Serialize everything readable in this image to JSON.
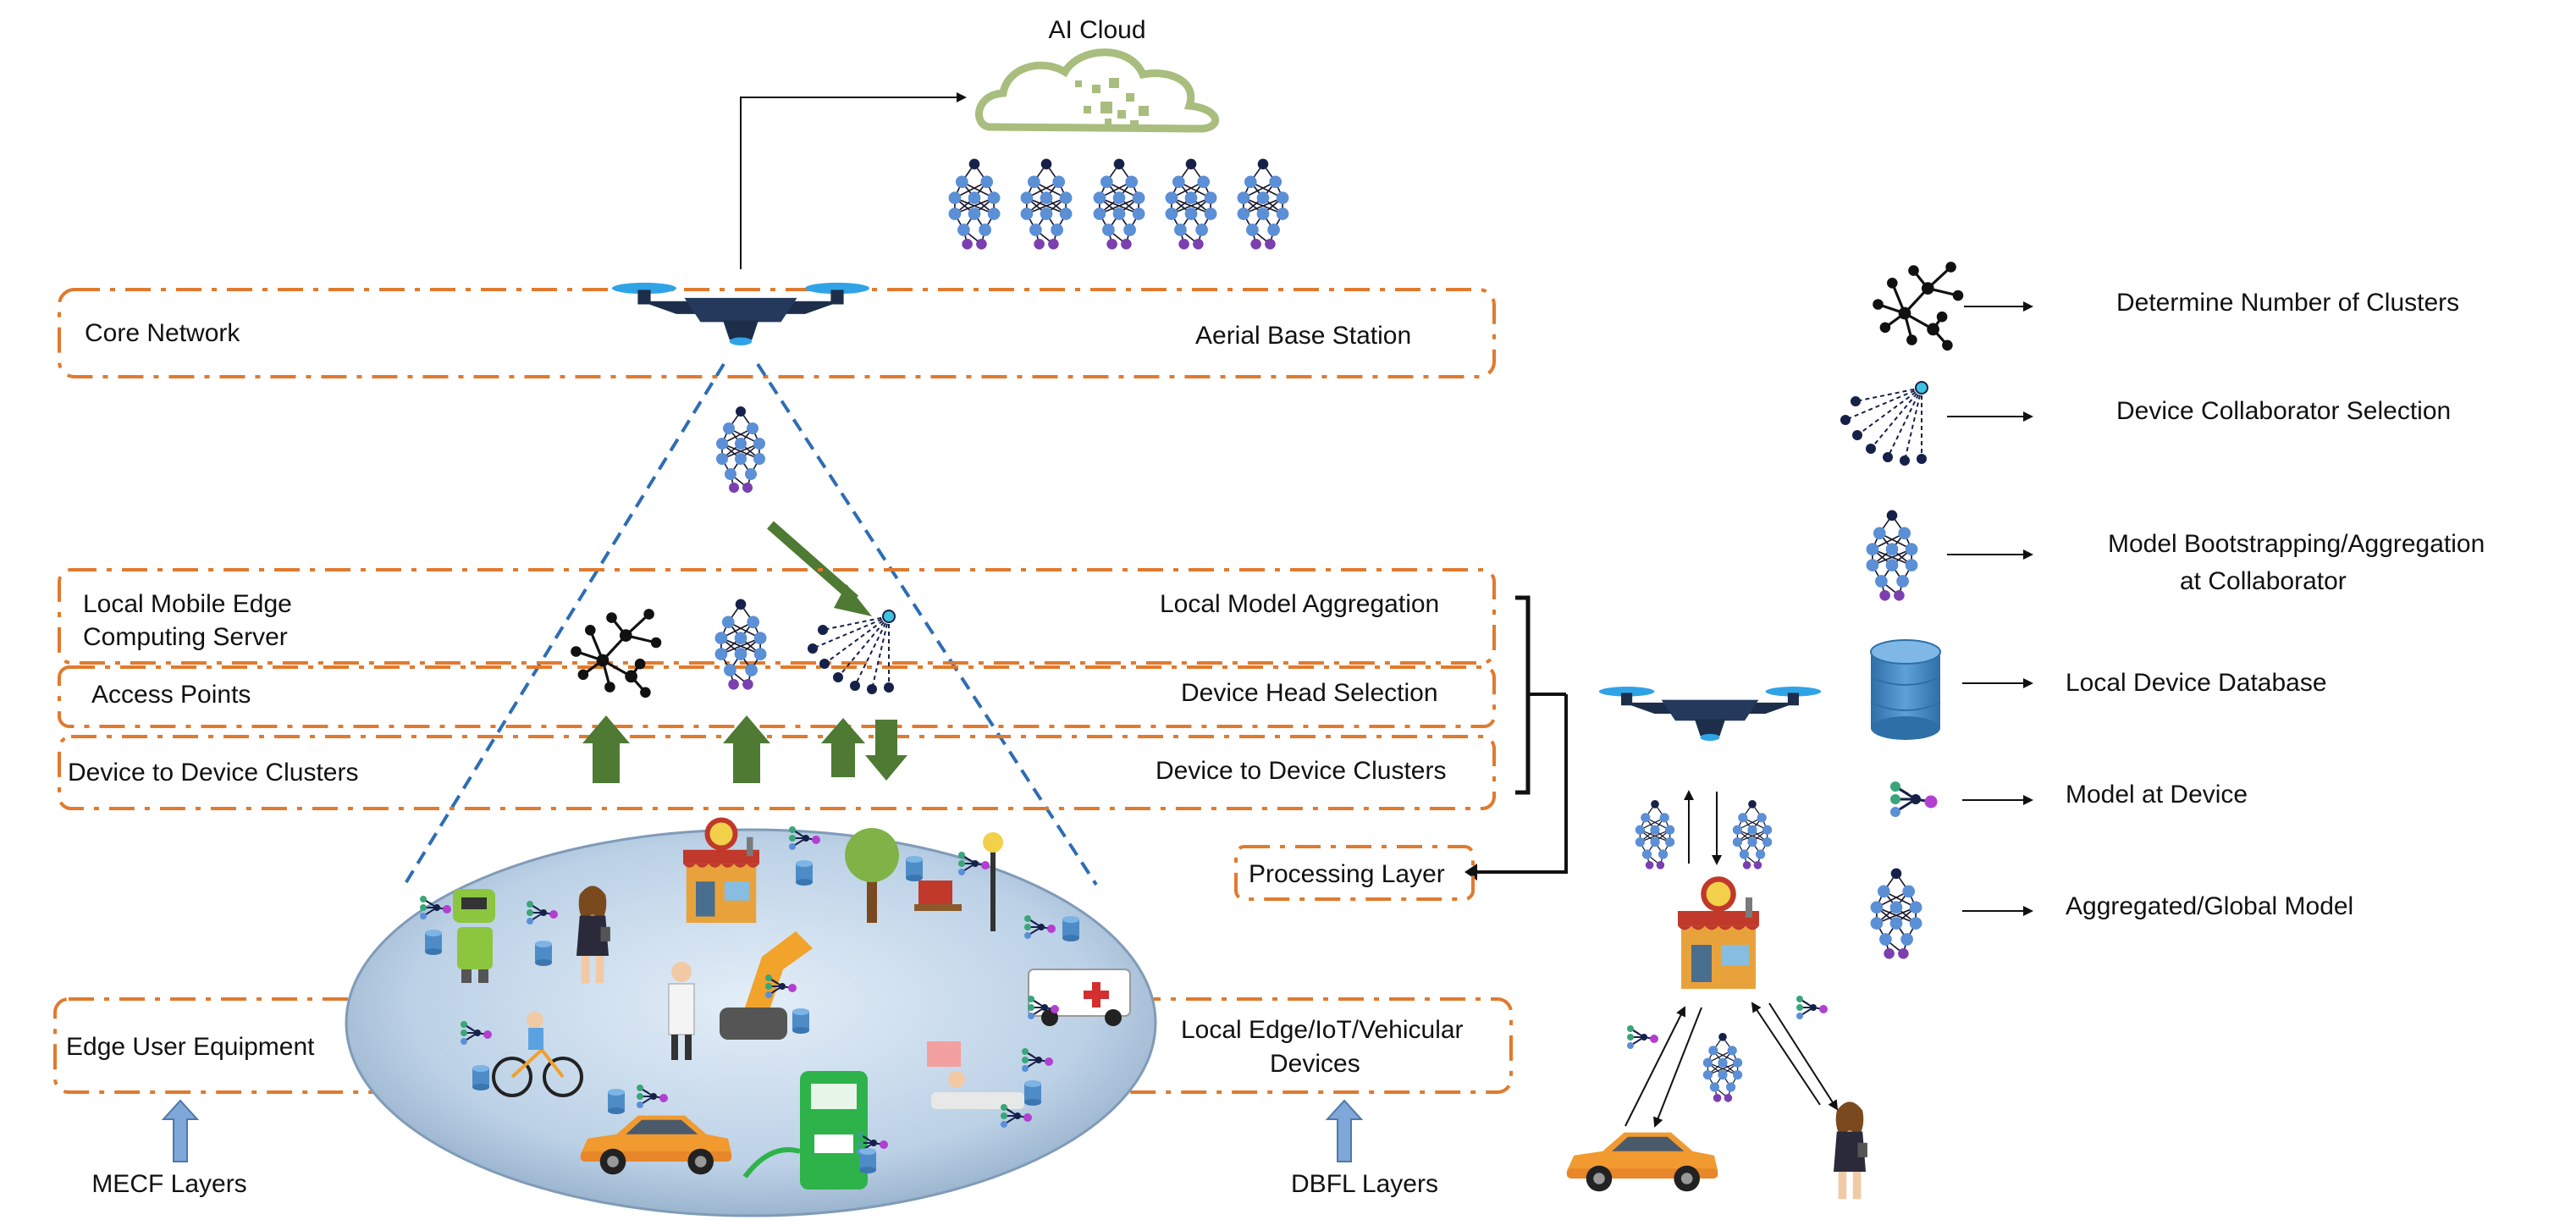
{
  "top": {
    "ai_cloud_label": "AI Cloud"
  },
  "layers": {
    "core_network": "Core Network",
    "aerial_base_station": "Aerial Base Station",
    "local_mec_server_line1": "Local Mobile Edge",
    "local_mec_server_line2": "Computing Server",
    "local_model_aggregation": "Local Model Aggregation",
    "access_points": "Access Points",
    "device_head_selection": "Device Head Selection",
    "d2d_clusters_left": "Device to Device Clusters",
    "d2d_clusters_right": "Device to Device Clusters",
    "processing_layer": "Processing Layer",
    "edge_user_equipment": "Edge User Equipment",
    "local_edge_line1": "Local Edge/IoT/Vehicular",
    "local_edge_line2": "Devices"
  },
  "bottom": {
    "mecf_layers": "MECF Layers",
    "dbfl_layers": "DBFL Layers"
  },
  "legend": {
    "items": [
      {
        "icon": "cluster-graph-icon",
        "label": "Determine Number of Clusters"
      },
      {
        "icon": "collaborator-selection-icon",
        "label": "Device Collaborator Selection"
      },
      {
        "icon": "neural-network-icon",
        "label_line1": "Model Bootstrapping/Aggregation",
        "label_line2": "at Collaborator"
      },
      {
        "icon": "database-icon",
        "label": "Local Device Database"
      },
      {
        "icon": "device-model-icon",
        "label": "Model at Device"
      },
      {
        "icon": "global-model-icon",
        "label": "Aggregated/Global Model"
      }
    ]
  },
  "colors": {
    "layer_border": "#E07A2E",
    "arrow_green": "#4E7A34",
    "arrow_blue": "#7FA8D8",
    "node_blue": "#5B8FD6",
    "node_purple": "#7B3FB0",
    "node_dark": "#16214A",
    "drone_body": "#1C2E4A",
    "cloud_green": "#A9BD7E",
    "dashed_cone": "#2E6DB4",
    "ellipse_fill": "#C3D6EA"
  }
}
